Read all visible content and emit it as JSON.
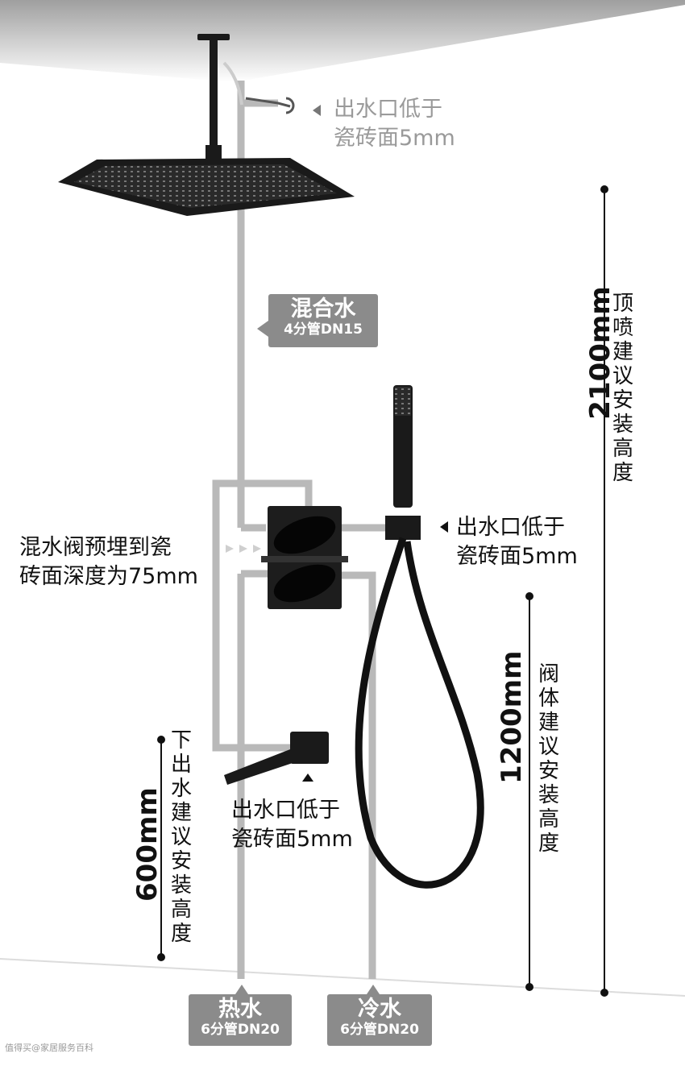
{
  "labels": {
    "head_outlet": [
      "出水口低于",
      "瓷砖面5mm"
    ],
    "mixed": {
      "line1": "混合水",
      "line2": "4分管DN15"
    },
    "valve_depth": [
      "混水阀预埋到瓷",
      "砖面深度为75mm"
    ],
    "hand_outlet": [
      "出水口低于",
      "瓷砖面5mm"
    ],
    "spout_outlet": [
      "出水口低于",
      "瓷砖面5mm"
    ],
    "hot": {
      "line1": "热水",
      "line2": "6分管DN20"
    },
    "cold": {
      "line1": "冷水",
      "line2": "6分管DN20"
    }
  },
  "dimensions": {
    "top": {
      "value": "2100mm",
      "text": "顶喷建议安装高度"
    },
    "valve": {
      "value": "1200mm",
      "text": "阀体建议安装高度"
    },
    "spout": {
      "value": "600mm",
      "text": "下出水建议安装高度"
    }
  },
  "watermark": "值得买@家居服务百科",
  "colors": {
    "pipe": "#b9b9b9",
    "fixture": "#1a1a1a",
    "tag": "#8b8b8b"
  }
}
